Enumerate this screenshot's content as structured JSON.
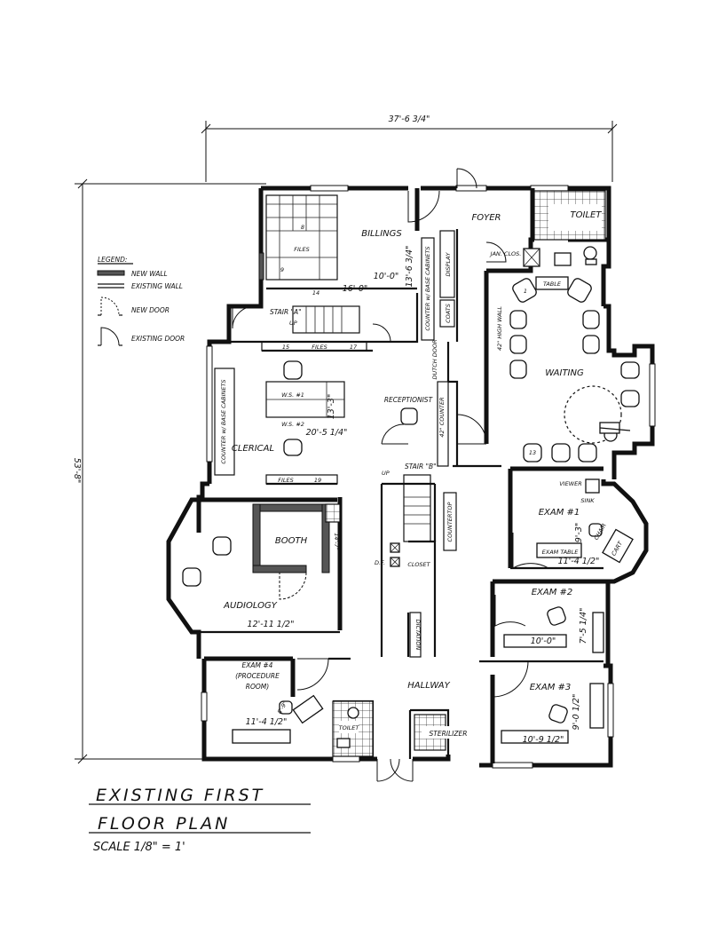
{
  "overall_dims": {
    "width": "37'-6 3/4\"",
    "depth": "53'-8\""
  },
  "legend": {
    "heading": "LEGEND:",
    "new_wall": "NEW WALL",
    "existing_wall": "EXISTING WALL",
    "new_door": "NEW DOOR",
    "existing_door": "EXISTING DOOR"
  },
  "rooms": {
    "billings": "BILLINGS",
    "foyer": "FOYER",
    "toilet_foyer": "TOILET",
    "jan_clos": "JAN. CLOS.",
    "table": "TABLE",
    "waiting": "WAITING",
    "high_wall": "42\" HIGH WALL",
    "counter_cabinets_billing": "COUNTER w/ BASE CABINETS",
    "display": "DISPLAY",
    "coats": "COATS",
    "dutch_door": "DUTCH DOOR",
    "receptionist": "RECEPTIONIST",
    "counter_42": "42\" COUNTER",
    "stair_a": "STAIR \"A\"",
    "up_a": "UP",
    "stair_b": "STAIR \"B\"",
    "up_b": "UP",
    "clerical": "CLERICAL",
    "counter_cabinets_clerical": "COUNTER w/ BASE CABINETS",
    "ws1": "W.S. #1",
    "ws2": "W.S. #2",
    "files_billing": "FILES",
    "files_mid": "FILES",
    "files_clerical": "FILES",
    "booth": "BOOTH",
    "audiology": "AUDIOLOGY",
    "closet": "CLOSET",
    "df": "D.F.",
    "countertop": "COUNTERTOP",
    "dictation": "DICTATION",
    "exam1": "EXAM #1",
    "exam2": "EXAM #2",
    "exam3": "EXAM #3",
    "exam4_line1": "EXAM #4",
    "exam4_line2": "(PROCEDURE",
    "exam4_line3": "ROOM)",
    "viewer": "VIEWER",
    "sink": "SINK",
    "chair": "CHAIR",
    "cart": "CART",
    "exam_table": "EXAM TABLE",
    "hallway": "HALLWAY",
    "sterilizer": "STERILIZER",
    "toilet_exam4": "TOILET"
  },
  "numbers": {
    "n8": "8",
    "n9": "9",
    "n14": "14",
    "n15": "15",
    "n17": "17",
    "n19": "19",
    "n1": "1",
    "n13": "13"
  },
  "dimensions": {
    "billings_w": "10'-0\"",
    "billings_l": "16'-0\"",
    "billings_d": "13'-6 3/4\"",
    "clerical_w": "20'-5 1/4\"",
    "clerical_d": "13'-3\"",
    "booth_h": "14'-7\"",
    "audiology_w": "12'-11 1/2\"",
    "exam1_w": "11'-4 1/2\"",
    "exam1_d": "9'-3\"",
    "exam2_w": "10'-0\"",
    "exam2_d": "7'-5 1/4\"",
    "exam3_w": "10'-9 1/2\"",
    "exam3_d": "9'-0 1/2\"",
    "exam4_w": "11'-4 1/2\"",
    "exam4_d": "8'-9\""
  },
  "title": {
    "line1": "EXISTING  FIRST",
    "line2": "FLOOR  PLAN",
    "scale": "SCALE  1/8\" = 1'"
  }
}
